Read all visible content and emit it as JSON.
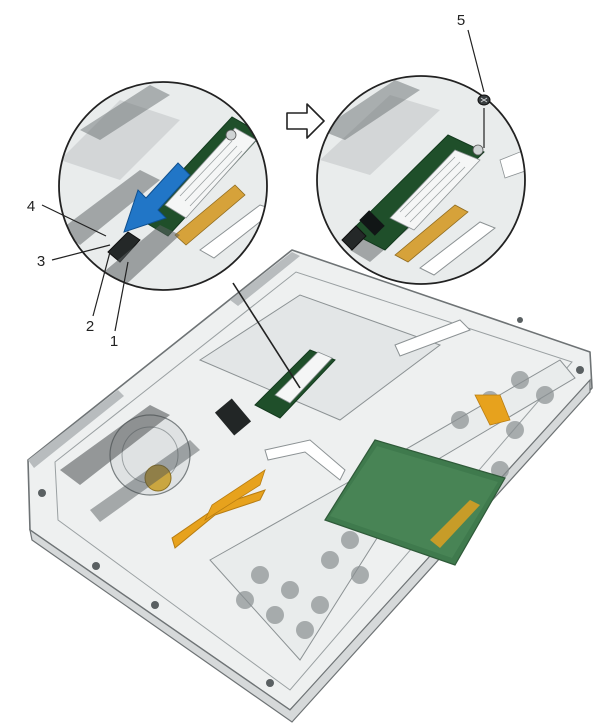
{
  "callouts": [
    {
      "id": "1",
      "text": "1"
    },
    {
      "id": "2",
      "text": "2"
    },
    {
      "id": "3",
      "text": "3"
    },
    {
      "id": "4",
      "text": "4"
    },
    {
      "id": "5",
      "text": "5"
    }
  ],
  "colors": {
    "ssd_card": "#1f4f2a",
    "arrow_blue": "#2176c7",
    "flex_cable": "#e7a21d",
    "touchpad": "#3f7a4d",
    "chassis": "#eef0f0",
    "outline": "#6e7375"
  }
}
